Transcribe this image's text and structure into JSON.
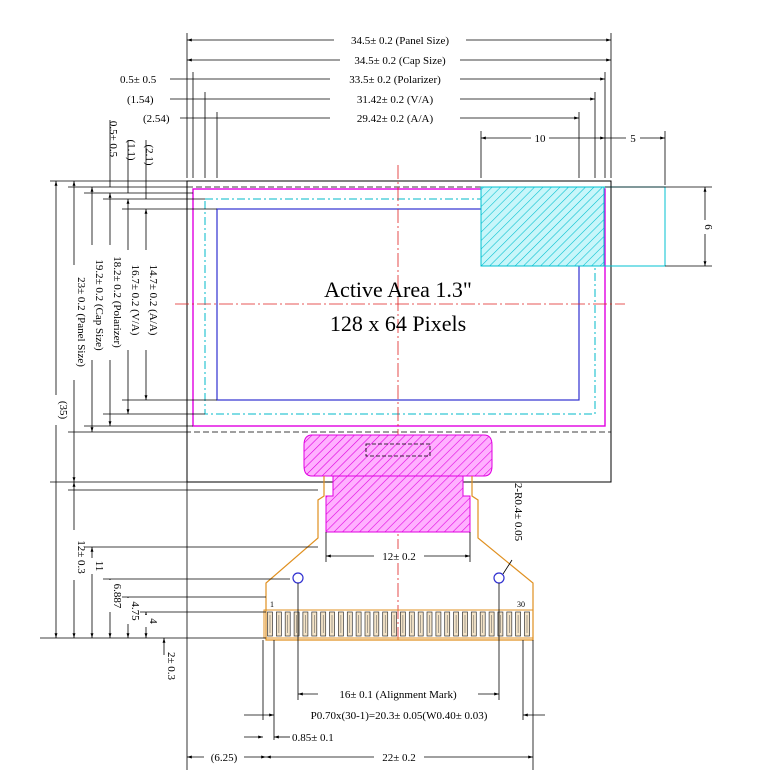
{
  "labels": {
    "panel_size_w": "34.5± 0.2 (Panel Size)",
    "cap_size_w": "34.5± 0.2 (Cap Size)",
    "polarizer_w_left": "0.5± 0.5",
    "polarizer_w": "33.5± 0.2 (Polarizer)",
    "va_left": "(1.54)",
    "va_w": "31.42± 0.2 (V/A)",
    "aa_left": "(2.54)",
    "aa_w": "29.42± 0.2 (A/A)",
    "dim_10": "10",
    "dim_5": "5",
    "dim_6": "6",
    "v_05": "0.5± 0.5",
    "v_11": "(1.1)",
    "v_21": "(2.1)",
    "aa_h": "14.7± 0.2 (A/A)",
    "va_h": "16.7± 0.2 (V/A)",
    "polarizer_h": "18.2± 0.2 (Polarizer)",
    "cap_h": "19.2± 0.2 (Cap Size)",
    "panel_h": "23± 0.2 (Panel Size)",
    "total_h": "(35)",
    "fpc_h": "12± 0.3",
    "d11": "11",
    "d6887": "6.887",
    "d475": "4.75",
    "d4": "4",
    "d2": "2± 0.3",
    "fpc_w": "12± 0.2",
    "radius": "2-R0.4± 0.05",
    "pin_1": "1",
    "pin_30": "30",
    "alignment": "16± 0.1 (Alignment Mark)",
    "pitch": "P0.70x(30-1)=20.3± 0.05(W0.40± 0.03)",
    "d085": "0.85± 0.1",
    "d625": "(6.25)",
    "d22": "22± 0.2",
    "active_area": "Active Area 1.3\"",
    "pixels": "128 x 64 Pixels"
  },
  "colors": {
    "line": "#000000",
    "polarizer": "#e000e0",
    "viewing_area": "#00b8c8",
    "active_area": "#3030d0",
    "center_line": "#e02020",
    "fpc": "#e09020",
    "ic_fill": "#ff80ff",
    "hatch_cyan": "#00c0d0"
  },
  "pins": {
    "count": 30
  }
}
